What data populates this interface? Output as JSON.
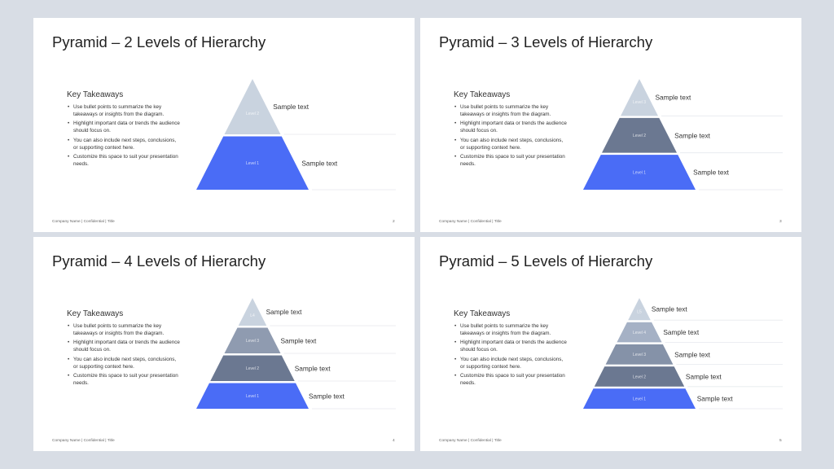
{
  "colors": {
    "background": "#d8dde5",
    "level1": "#4a6cf6",
    "level2": "#6b7891",
    "level3": "#8592a8",
    "level4": "#a5b1c5",
    "level5": "#c9d3df",
    "line": "#e6e9ee"
  },
  "slides": [
    {
      "title": "Pyramid – 2 Levels of Hierarchy",
      "key_takeaways": "Key Takeaways",
      "bullets": [
        "Use bullet points to summarize the key takeaways or insights from the diagram.",
        "Highlight important data or trends the audience should focus on.",
        "You can also include next steps, conclusions, or supporting context here.",
        "Customize this space to suit your presentation needs."
      ],
      "levels": [
        {
          "label": "Level 1",
          "text": "Sample text",
          "color": "#4a6cf6"
        },
        {
          "label": "Level 2",
          "text": "Sample text",
          "color": "#c9d3df"
        }
      ],
      "footer": "Company Name | Confidential | Title",
      "page": "2"
    },
    {
      "title": "Pyramid – 3 Levels of Hierarchy",
      "key_takeaways": "Key Takeaways",
      "bullets": [
        "Use bullet points to summarize the key takeaways or insights from the diagram.",
        "Highlight important data or trends the audience should focus on.",
        "You can also include next steps, conclusions, or supporting context here.",
        "Customize this space to suit your presentation needs."
      ],
      "levels": [
        {
          "label": "Level 1",
          "text": "Sample text",
          "color": "#4a6cf6"
        },
        {
          "label": "Level 2",
          "text": "Sample text",
          "color": "#6b7891"
        },
        {
          "label": "Level 3",
          "text": "Sample text",
          "color": "#c9d3df"
        }
      ],
      "footer": "Company Name | Confidential | Title",
      "page": "3"
    },
    {
      "title": "Pyramid – 4 Levels of Hierarchy",
      "key_takeaways": "Key Takeaways",
      "bullets": [
        "Use bullet points to summarize the key takeaways or insights from the diagram.",
        "Highlight important data or trends the audience should focus on.",
        "You can also include next steps, conclusions, or supporting context here.",
        "Customize this space to suit your presentation needs."
      ],
      "levels": [
        {
          "label": "Level 1",
          "text": "Sample text",
          "color": "#4a6cf6"
        },
        {
          "label": "Level 2",
          "text": "Sample text",
          "color": "#6b7891"
        },
        {
          "label": "Level 3",
          "text": "Sample text",
          "color": "#8f9bb0"
        },
        {
          "label": "L4",
          "text": "Sample text",
          "color": "#c9d3df"
        }
      ],
      "footer": "Company Name | Confidential | Title",
      "page": "4"
    },
    {
      "title": "Pyramid – 5 Levels of Hierarchy",
      "key_takeaways": "Key Takeaways",
      "bullets": [
        "Use bullet points to summarize the key takeaways or insights from the diagram.",
        "Highlight important data or trends the audience should focus on.",
        "You can also include next steps, conclusions, or supporting context here.",
        "Customize this space to suit your presentation needs."
      ],
      "levels": [
        {
          "label": "Level 1",
          "text": "Sample text",
          "color": "#4a6cf6"
        },
        {
          "label": "Level 2",
          "text": "Sample text",
          "color": "#6b7891"
        },
        {
          "label": "Level 3",
          "text": "Sample text",
          "color": "#8592a8"
        },
        {
          "label": "Level 4",
          "text": "Sample text",
          "color": "#a5b1c5"
        },
        {
          "label": "L5",
          "text": "Sample text",
          "color": "#c9d3df"
        }
      ],
      "footer": "Company Name | Confidential | Title",
      "page": "5"
    }
  ]
}
